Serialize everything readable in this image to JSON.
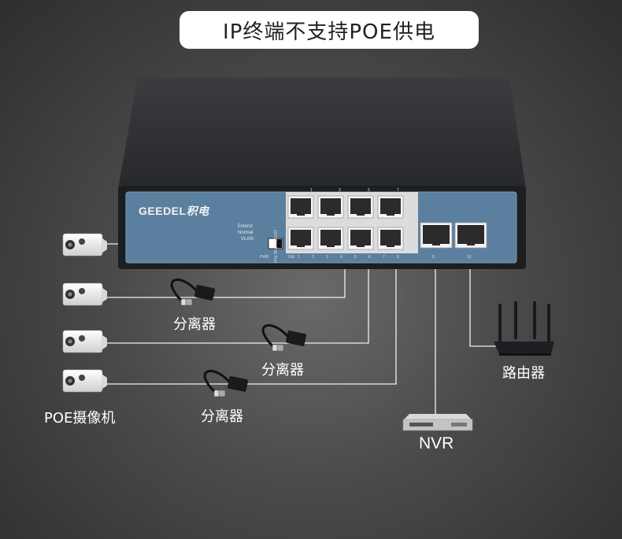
{
  "title": "IP终端不支持POE供电",
  "brand": "GEEDEL",
  "brand_cn": "积电",
  "switch_modes": [
    "Extend",
    "Normal",
    "VLAN"
  ],
  "panel_labels": {
    "pwr": "PWR",
    "sw": "SW",
    "side_text": "10/100M POE Port",
    "top_numbers": [
      "1",
      "3",
      "5",
      "7"
    ],
    "bottom_numbers": [
      "1",
      "2",
      "3",
      "4",
      "5",
      "6",
      "7",
      "8"
    ],
    "uplink_numbers": [
      "9",
      "10"
    ]
  },
  "labels": {
    "splitter_1": "分离器",
    "splitter_2": "分离器",
    "splitter_3": "分离器",
    "camera": "POE摄像机",
    "router": "路由器",
    "nvr": "NVR"
  },
  "colors": {
    "panel": "#5b7f9e",
    "chassis": "#2e3033",
    "cable": "#f0f0f0"
  }
}
